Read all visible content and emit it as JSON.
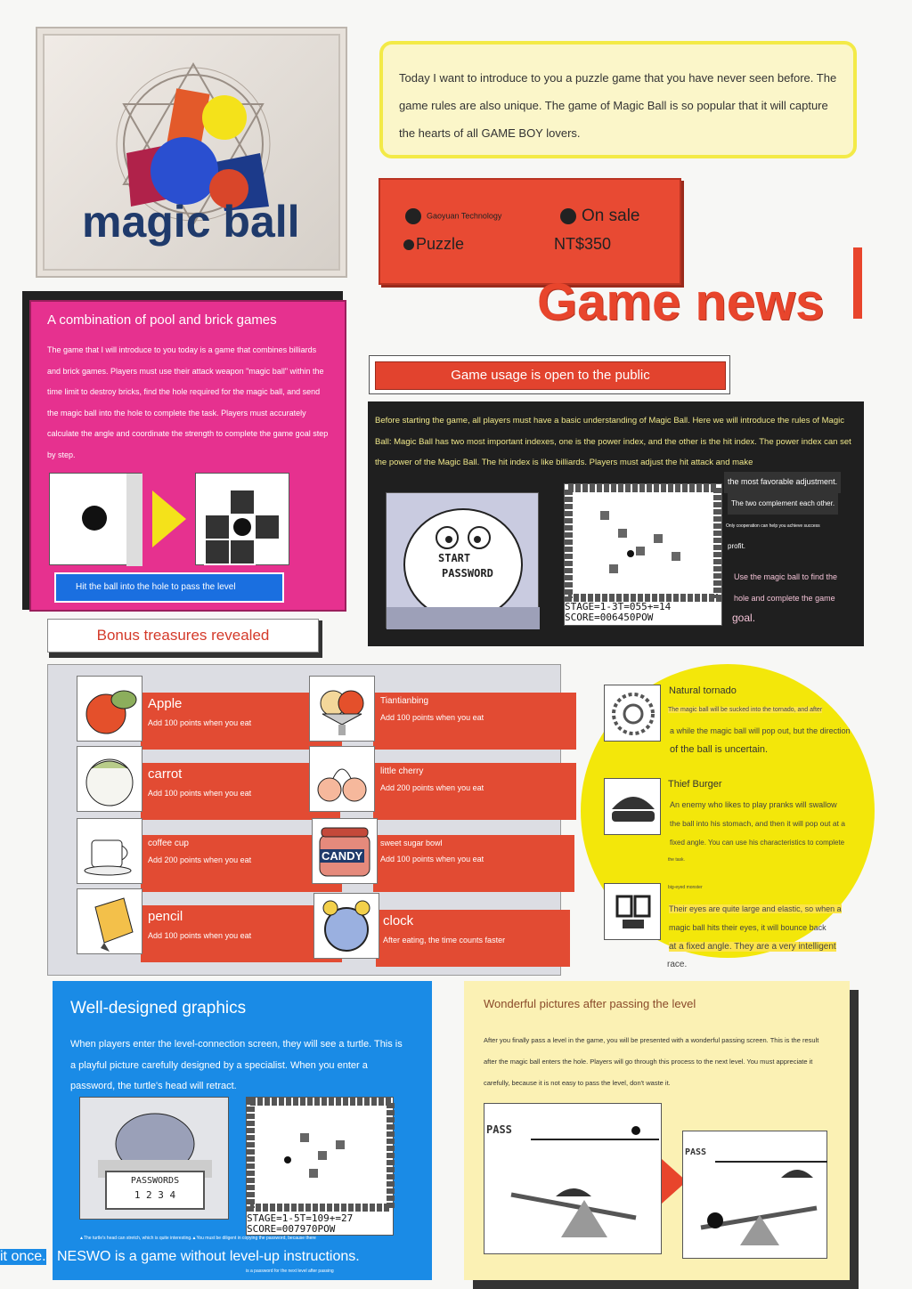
{
  "logo": {
    "title": "magic ball"
  },
  "intro": {
    "text": "Today I want to introduce to you a puzzle game that you have never seen before. The game rules are also unique. The game of Magic Ball is so popular that it will capture the hearts of all GAME BOY lovers."
  },
  "info": {
    "publisher": "Gaoyuan Technology",
    "status": "On sale",
    "genre": "Puzzle",
    "price": "NT$350"
  },
  "game_news": {
    "title": "Game news"
  },
  "pool": {
    "heading": "A combination of pool and brick games",
    "body": "The game that I will introduce to you today is a game that combines billiards and brick games. Players must use their attack weapon \"magic ball\" within the time limit to destroy bricks, find the hole required for the magic ball, and send the magic ball into the hole to complete the task. Players must accurately calculate the angle and coordinate the strength to complete the game goal step by step.",
    "caption": "Hit the ball into the hole to pass the level"
  },
  "usage": {
    "title": "Game usage is open to the public",
    "body": "Before starting the game, all players must have a basic understanding of Magic Ball. Here we will introduce the rules of Magic Ball: Magic Ball has two most important indexes, one is the power index, and the other is the hit index. The power index can set the power of the Magic Ball. The hit index is like billiards. Players must adjust the hit attack and make",
    "side": [
      "the most favorable adjustment.",
      "The two complement each other.",
      "Only cooperation can help you achieve success",
      "profit.",
      "Use the magic ball to find the",
      "hole and complete the game",
      "goal."
    ],
    "start": "START",
    "password": "PASSWORD",
    "stage": "STAGE=1-3T=055+=14",
    "score": "SCORE=006450POW"
  },
  "bonus": {
    "title": "Bonus treasures revealed"
  },
  "treasures": [
    {
      "name": "Apple",
      "desc": "Add 100 points when you eat"
    },
    {
      "name": "Tiantianbing",
      "desc": "Add 100 points when you eat"
    },
    {
      "name": "carrot",
      "desc": "Add 100 points when you eat"
    },
    {
      "name": "little cherry",
      "desc": "Add 200 points when you eat"
    },
    {
      "name": "coffee cup",
      "desc": "Add 200 points when you eat"
    },
    {
      "name": "sweet sugar bowl",
      "desc": "Add 100 points when you eat",
      "icon_text": "CANDY"
    },
    {
      "name": "pencil",
      "desc": "Add 100 points when you eat"
    },
    {
      "name": "clock",
      "desc": "After eating, the time counts faster"
    }
  ],
  "enemies": [
    {
      "name": "Natural tornado",
      "lines": [
        "The magic ball will be sucked into the tornado, and after",
        "a while the magic ball will pop out, but the direction",
        "of the ball is uncertain."
      ]
    },
    {
      "name": "Thief Burger",
      "lines": [
        "An enemy who likes to play pranks will swallow",
        "the ball into his stomach, and then it will pop out at a",
        "fixed angle. You can use his characteristics to complete",
        "the task."
      ]
    },
    {
      "name": "big-eyed monster",
      "lines": [
        "Their eyes are quite large and elastic, so when a",
        "magic ball hits their eyes, it will bounce back",
        "at a fixed angle. They are a very intelligent",
        "race."
      ]
    }
  ],
  "graphics": {
    "title": "Well-designed graphics",
    "body": "When players enter the level-connection screen, they will see a turtle. This is a playful picture carefully designed by a specialist. When you enter a password, the turtle's head will retract.",
    "passwords": "PASSWORDS",
    "digits": "1 2 3 4",
    "stage": "STAGE=1-5T=109+=27",
    "score": "SCORE=007970POW",
    "fine_print": "▲The turtle's head can stretch, which is quite interesting.▲You must be diligent in copying the password, because there",
    "fine_print2": "is a password for the next level after passing"
  },
  "footer": {
    "left": "it once.",
    "main": "NESWO is a game without level-up instructions."
  },
  "passing": {
    "title": "Wonderful pictures after passing the level",
    "body": "After you finally pass a level in the game, you will be presented with a wonderful passing screen. This is the result after the magic ball enters the hole. Players will go through this process to the next level. You must appreciate it carefully, because it is not easy to pass the level, don't waste it.",
    "pass": "PASS"
  }
}
